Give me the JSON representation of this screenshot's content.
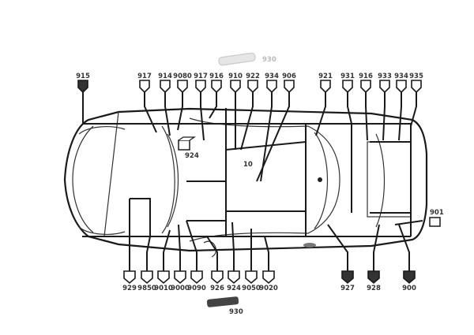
{
  "top_labels": [
    "915",
    "917",
    "914",
    "9080",
    "917",
    "916",
    "910",
    "922",
    "934",
    "906",
    "921",
    "931",
    "916",
    "933",
    "934",
    "935"
  ],
  "bottom_labels": [
    "929",
    "9850",
    "9010",
    "9000",
    "9090",
    "926",
    "924",
    "9050",
    "9020",
    "927",
    "928",
    "900"
  ],
  "inner_labels": {
    "relay": "924",
    "mid": "10"
  },
  "right_label": "901",
  "top_faded_label": "930",
  "bottom_part_label": "930"
}
